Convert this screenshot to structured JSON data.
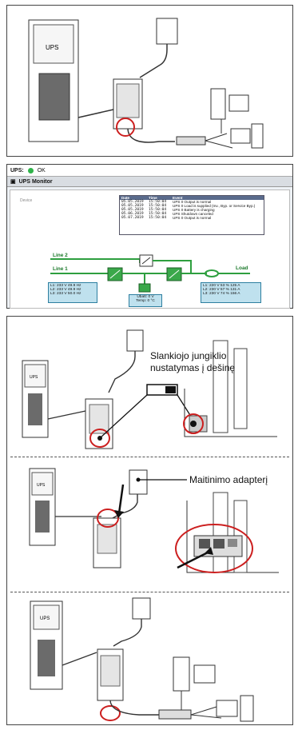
{
  "ups_label": "UPS",
  "monitor": {
    "status_label": "UPS:",
    "status_value": "OK",
    "window_title": "UPS Monitor",
    "device_text": "Device",
    "table_headers": [
      "Date",
      "Time",
      "Event"
    ],
    "events": [
      {
        "date": "05.05.2019",
        "time": "15:50:04",
        "event": "UPS 0 Output is normal"
      },
      {
        "date": "05.05.2019",
        "time": "15:50:04",
        "event": "UPS 0 Load is supplied (Inv., Byp. or Service Byp.)"
      },
      {
        "date": "05.05.2019",
        "time": "15:50:04",
        "event": "UPS 0 Battery is charging"
      },
      {
        "date": "05.06.2019",
        "time": "15:50:04",
        "event": "UPS Shutdown canceled"
      },
      {
        "date": "05.07.2019",
        "time": "15:50:04",
        "event": "UPS 0 Output is normal"
      }
    ],
    "line2_label": "Line 2",
    "line1_label": "Line 1",
    "load_label": "Load",
    "input_box": [
      {
        "phase": "L1:",
        "v": "233 V",
        "f": "49.9 Hz"
      },
      {
        "phase": "L2:",
        "v": "233 V",
        "f": "49.9 Hz"
      },
      {
        "phase": "L3:",
        "v": "233 V",
        "f": "50.0 Hz"
      }
    ],
    "output_box": [
      {
        "phase": "L1:",
        "v": "220 V",
        "p": "53 %",
        "a": "125 A"
      },
      {
        "phase": "L2:",
        "v": "230 V",
        "p": "57 %",
        "a": "131 A"
      },
      {
        "phase": "L3:",
        "v": "230 V",
        "p": "74 %",
        "a": "156 A"
      }
    ],
    "battery_box": [
      "Ubatt: 0 V",
      "Temp: 0 °C"
    ]
  },
  "instructions": {
    "slider_label_line1": "Slankiojo jungiklio",
    "slider_label_line2": "nustatymas į dešinę",
    "adapter_label": "Maitinimo adapterį"
  },
  "colors": {
    "highlight_red": "#cc1f1f",
    "diagram_green": "#2e9f3f",
    "info_box": "#bfe1ee"
  }
}
